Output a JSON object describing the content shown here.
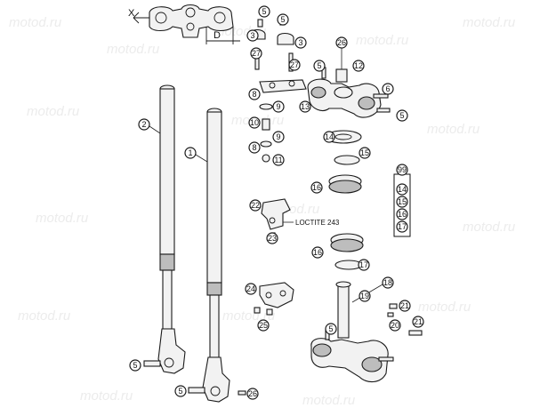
{
  "watermark": "motod.ru",
  "dimension_labels": {
    "x": "X",
    "d": "D"
  },
  "loctite_label": "LOCTITE 243",
  "callouts": {
    "c5a": "5",
    "c5b": "5",
    "c3a": "3",
    "c3b": "3",
    "c27a": "27",
    "c27b": "27",
    "c26a": "26",
    "c12": "12",
    "c5c": "5",
    "c6": "6",
    "c13": "13",
    "c5d": "5",
    "c8": "8",
    "c9a": "9",
    "c10": "10",
    "c9b": "9",
    "c8b": "8",
    "c11": "11",
    "c2": "2",
    "c1": "1",
    "c14a": "14",
    "c15a": "15",
    "c16a": "16",
    "c16b": "16",
    "c17a": "17",
    "c22": "22",
    "c23": "23",
    "c24": "24",
    "c25": "25",
    "c18": "18",
    "c19": "19",
    "c21a": "21",
    "c21b": "21",
    "c20": "20",
    "c5e": "5",
    "c5f": "5",
    "c5g": "5",
    "c26b": "26"
  },
  "group_box": {
    "header": "99",
    "items": [
      "14",
      "15",
      "16",
      "17"
    ]
  }
}
